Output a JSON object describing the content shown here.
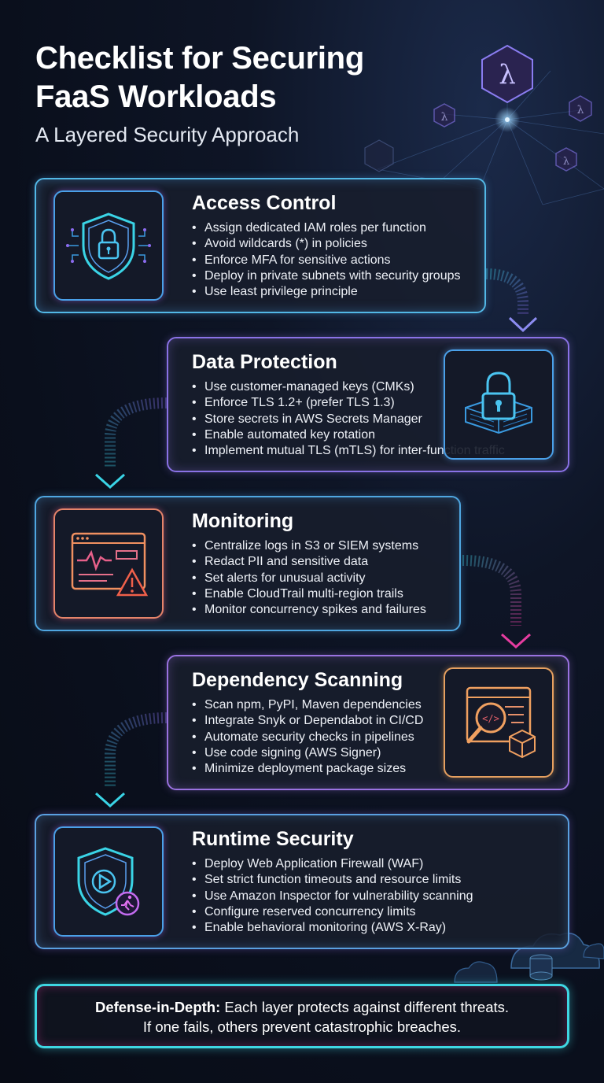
{
  "header": {
    "title": "Checklist for Securing FaaS Workloads",
    "subtitle": "A Layered Security Approach"
  },
  "colors": {
    "cyan": "#3ad4e6",
    "purple": "#8c5cf0",
    "pink": "#e63ca0",
    "background": "#0a0f1c"
  },
  "sections": [
    {
      "title": "Access Control",
      "icon": "shield-lock-icon",
      "items": [
        "Assign dedicated IAM roles per function",
        "Avoid wildcards (*) in policies",
        "Enforce MFA for sensitive actions",
        "Deploy in private subnets with security groups",
        "Use least privilege principle"
      ]
    },
    {
      "title": "Data Protection",
      "icon": "padlock-database-icon",
      "items": [
        "Use customer-managed keys (CMKs)",
        "Enforce TLS 1.2+ (prefer TLS 1.3)",
        "Store secrets in AWS Secrets Manager",
        "Enable automated key rotation",
        "Implement mutual TLS (mTLS) for inter-function traffic"
      ]
    },
    {
      "title": "Monitoring",
      "icon": "monitor-alert-icon",
      "items": [
        "Centralize logs in S3 or SIEM systems",
        "Redact PII and sensitive data",
        "Set alerts for unusual activity",
        "Enable CloudTrail multi-region trails",
        "Monitor concurrency spikes and failures"
      ]
    },
    {
      "title": "Dependency Scanning",
      "icon": "code-scan-package-icon",
      "items": [
        "Scan npm, PyPI, Maven dependencies",
        "Integrate Snyk or Dependabot in CI/CD",
        "Automate security checks in pipelines",
        "Use code signing (AWS Signer)",
        "Minimize deployment package sizes"
      ]
    },
    {
      "title": "Runtime Security",
      "icon": "shield-play-runner-icon",
      "items": [
        "Deploy Web Application Firewall (WAF)",
        "Set strict function timeouts and resource limits",
        "Use Amazon Inspector for vulnerability scanning",
        "Configure reserved concurrency limits",
        "Enable behavioral monitoring (AWS X-Ray)"
      ]
    }
  ],
  "footer": {
    "label": "Defense-in-Depth:",
    "line1": "Each layer protects against different threats.",
    "line2": "If one fails, others prevent catastrophic breaches."
  }
}
